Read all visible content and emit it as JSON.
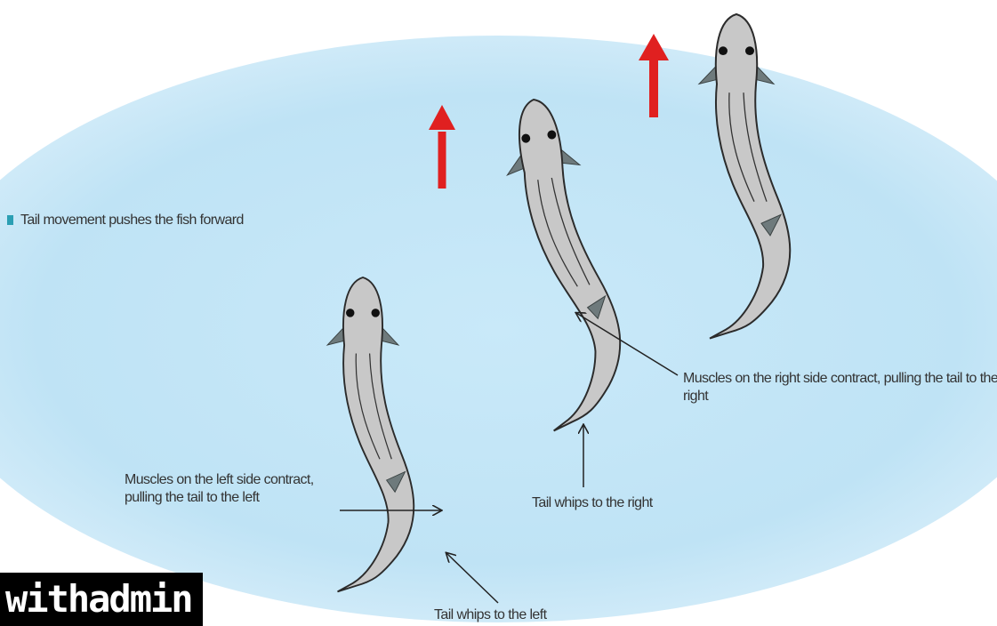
{
  "caption": {
    "marker_color": "#2b9fb3",
    "text": "Tail movement pushes the fish forward"
  },
  "annotations": {
    "left_muscles": "Muscles on the left side contract, pulling the tail to the left",
    "right_muscles": "Muscles on the right side contract, pulling the tail to the right",
    "tail_right": "Tail whips to the right",
    "tail_left": "Tail whips to the left"
  },
  "watermark": "withadmin",
  "colors": {
    "water": "#c5e6f6",
    "fish_body": "#c8c8c8",
    "fin": "#6e7a7c",
    "arrow_forward": "#e02020",
    "arrow_pointer": "#222222"
  },
  "icons": [
    "fish",
    "fish",
    "fish",
    "forward-arrow",
    "forward-arrow"
  ]
}
